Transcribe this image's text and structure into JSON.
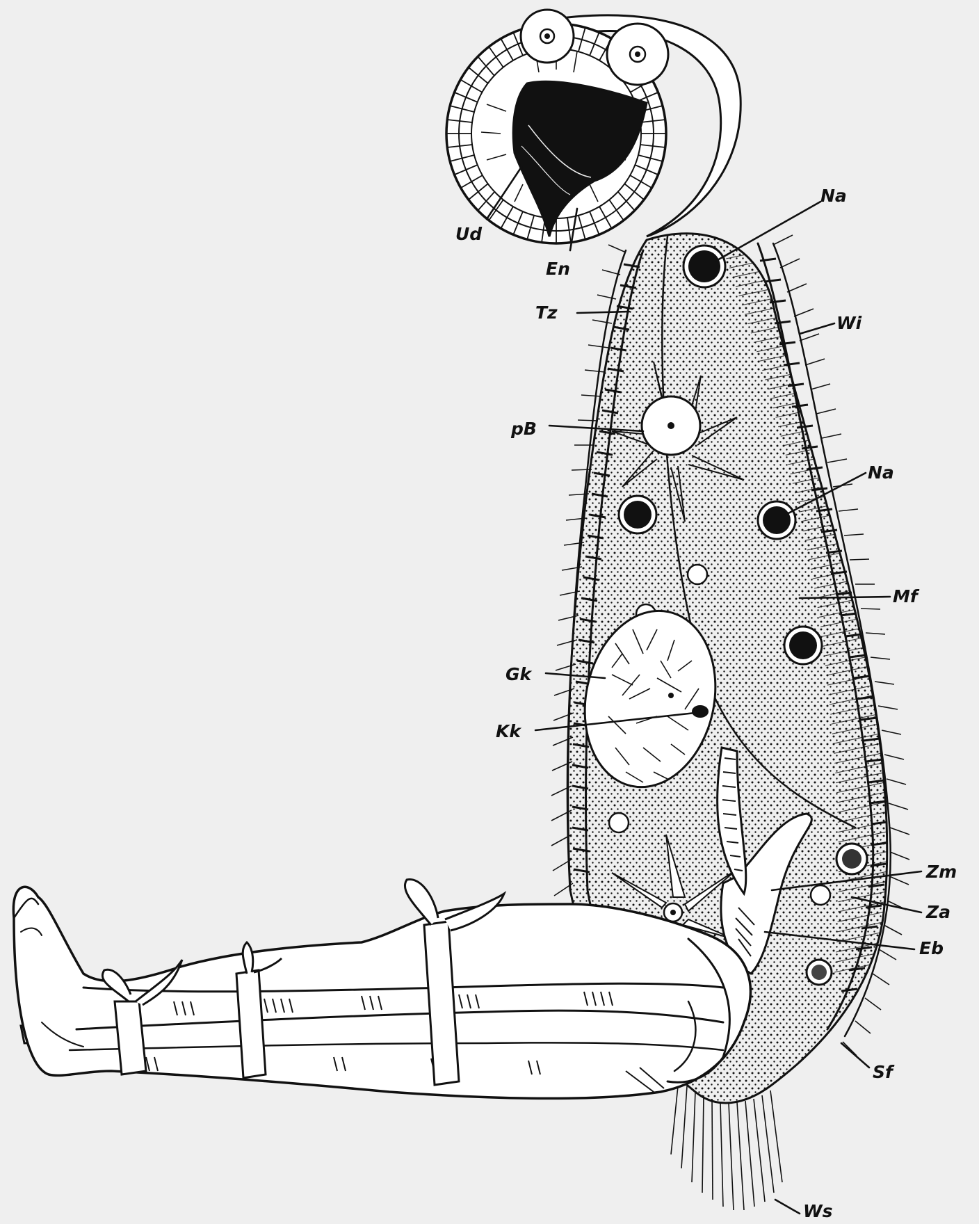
{
  "figure": {
    "background": "#efefef",
    "ink_color": "#111111",
    "labels": [
      {
        "id": "Ud",
        "text": "Ud"
      },
      {
        "id": "En",
        "text": "En"
      },
      {
        "id": "Na1",
        "text": "Na"
      },
      {
        "id": "Tz",
        "text": "Tz"
      },
      {
        "id": "Wi",
        "text": "Wi"
      },
      {
        "id": "pB",
        "text": "pB"
      },
      {
        "id": "Na2",
        "text": "Na"
      },
      {
        "id": "Mf",
        "text": "Mf"
      },
      {
        "id": "Gk",
        "text": "Gk"
      },
      {
        "id": "Kk",
        "text": "Kk"
      },
      {
        "id": "Zm",
        "text": "Zm"
      },
      {
        "id": "Za",
        "text": "Za"
      },
      {
        "id": "Eb",
        "text": "Eb"
      },
      {
        "id": "Sf",
        "text": "Sf"
      },
      {
        "id": "Ws",
        "text": "Ws"
      }
    ]
  }
}
